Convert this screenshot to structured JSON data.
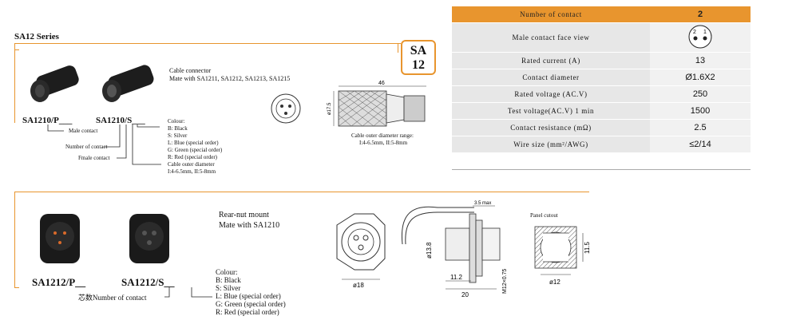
{
  "top": {
    "series_title": "SA12  Series",
    "badge": [
      "SA",
      "12"
    ],
    "description": [
      "Cable connector",
      "Mate with SA1211, SA1212, SA1213, SA1215"
    ],
    "model_p": "SA1210/P___",
    "model_s": "SA1210/S___",
    "labels": {
      "male_contact": "Male contact",
      "number_of_contact": "Number of contact",
      "female_contact": "Fmale contact",
      "cable_od_title": "Cable outer diameter",
      "cable_od_values": "I:4-6.5mm, II:5-8mm"
    },
    "colour_title": "Colour:",
    "colours": [
      "B: Black",
      "S: Silver",
      "L: Blue  (special order)",
      "G: Green (special order)",
      "R: Red    (special order)"
    ],
    "drawing": {
      "length": "46",
      "diameter": "ø17.5",
      "range_title": "Cable outer diameter range:",
      "range_values": "I:4-6.5mm, II:5-8mm"
    }
  },
  "spec_table": {
    "rows": [
      {
        "label": "Number of contact",
        "value": "2"
      },
      {
        "label": "Male contact face view",
        "value": ""
      },
      {
        "label": "Rated current (A)",
        "value": "13"
      },
      {
        "label": "Contact diameter",
        "value": "Ø1.6X2"
      },
      {
        "label": "Rated voltage (AC.V)",
        "value": "250"
      },
      {
        "label": "Test voltage(AC.V) 1 min",
        "value": "1500"
      },
      {
        "label": "Contact resistance (mΩ)",
        "value": "2.5"
      },
      {
        "label": "Wire size (mm²/AWG)",
        "value": "≤2/14"
      }
    ],
    "face_pins": [
      "2",
      "1"
    ]
  },
  "bottom": {
    "description": [
      "Rear-nut mount",
      "Mate with  SA1210"
    ],
    "model_p": "SA1212/P__",
    "model_s": "SA1212/S__",
    "number_label": "芯数Number of contact",
    "colour_title": "Colour:",
    "colours": [
      "B: Black",
      "S: Silver",
      "L: Blue (special order)",
      "G: Green (special order)",
      "R: Red    (special order)"
    ],
    "drawing": {
      "face_dia": "ø18",
      "body_dia": "ø13.8",
      "d_11_2": "11.2",
      "d_20": "20",
      "d_35max": "3.5 max",
      "thread": "M12×0.75"
    },
    "panel_cutout": {
      "title": "Panel cutout",
      "height": "11.5",
      "diameter": "ø12"
    }
  }
}
